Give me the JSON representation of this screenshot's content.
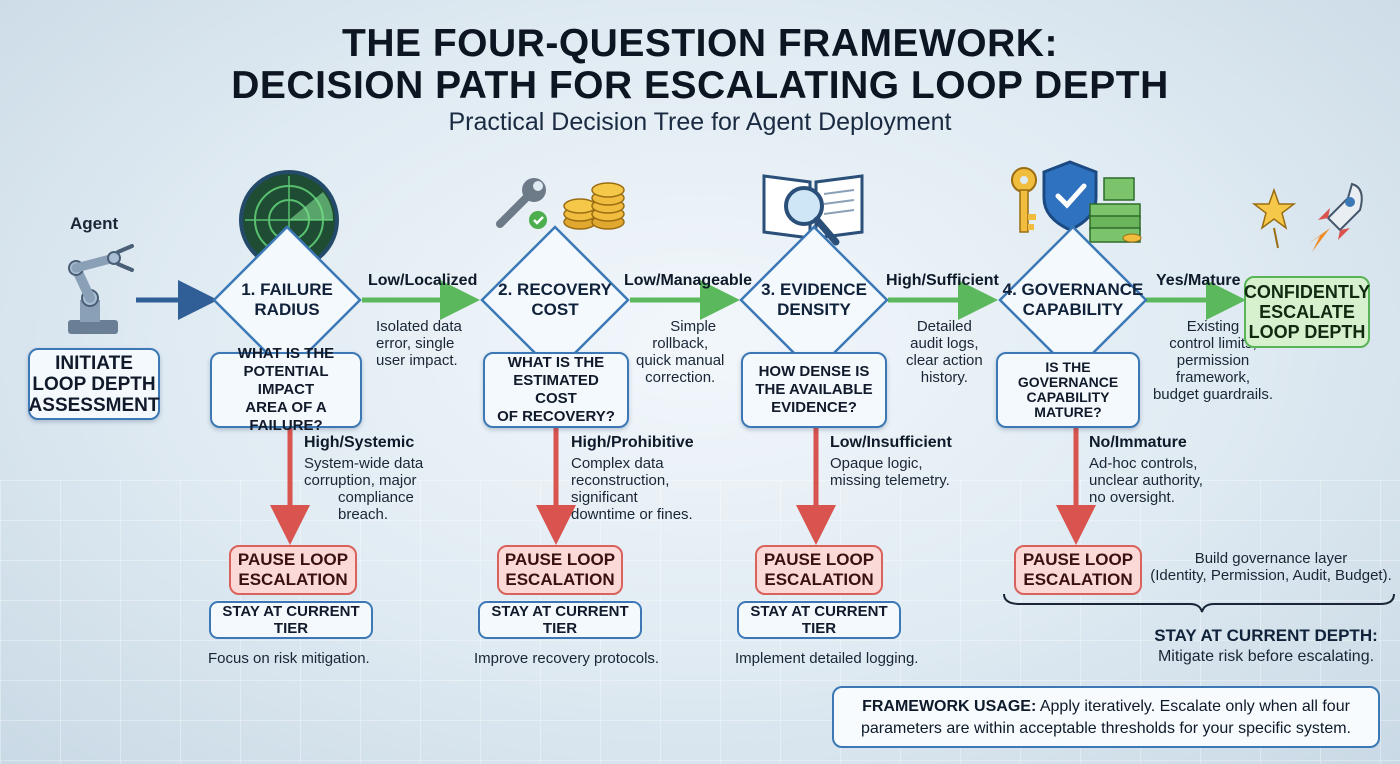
{
  "title": {
    "line1": "THE FOUR-QUESTION FRAMEWORK:",
    "line2": "DECISION PATH FOR ESCALATING LOOP DEPTH",
    "subtitle": "Practical Decision Tree for Agent Deployment"
  },
  "start": {
    "agent_label": "Agent",
    "box_line1": "INITIATE",
    "box_line2": "LOOP DEPTH",
    "box_line3": "ASSESSMENT"
  },
  "steps": [
    {
      "diamond_line1": "1. FAILURE",
      "diamond_line2": "RADIUS",
      "question": [
        "WHAT IS THE",
        "POTENTIAL IMPACT",
        "AREA OF A FAILURE?"
      ],
      "yes_label": "Low/Localized",
      "yes_desc": [
        "Isolated data",
        "error, single",
        "user impact."
      ],
      "no_label": "High/Systemic",
      "no_desc": [
        "System-wide data",
        "corruption, major",
        "compliance",
        "breach."
      ],
      "pause_line1": "PAUSE LOOP",
      "pause_line2": "ESCALATION",
      "stay": "STAY AT CURRENT TIER",
      "note": "Focus on risk mitigation."
    },
    {
      "diamond_line1": "2. RECOVERY",
      "diamond_line2": "COST",
      "question": [
        "WHAT IS THE",
        "ESTIMATED COST",
        "OF RECOVERY?"
      ],
      "yes_label": "Low/Manageable",
      "yes_desc": [
        "Simple",
        "rollback,",
        "quick manual",
        "correction."
      ],
      "no_label": "High/Prohibitive",
      "no_desc": [
        "Complex data",
        "reconstruction,",
        "significant",
        "downtime or fines."
      ],
      "pause_line1": "PAUSE LOOP",
      "pause_line2": "ESCALATION",
      "stay": "STAY AT CURRENT TIER",
      "note": "Improve recovery protocols."
    },
    {
      "diamond_line1": "3. EVIDENCE",
      "diamond_line2": "DENSITY",
      "question": [
        "HOW DENSE IS",
        "THE AVAILABLE",
        "EVIDENCE?"
      ],
      "yes_label": "High/Sufficient",
      "yes_desc": [
        "Detailed",
        "audit logs,",
        "clear action",
        "history."
      ],
      "no_label": "Low/Insufficient",
      "no_desc": [
        "Opaque logic,",
        "missing telemetry."
      ],
      "pause_line1": "PAUSE LOOP",
      "pause_line2": "ESCALATION",
      "stay": "STAY AT CURRENT TIER",
      "note": "Implement detailed logging."
    },
    {
      "diamond_line1": "4. GOVERNANCE",
      "diamond_line2": "CAPABILITY",
      "question": [
        "IS THE",
        "GOVERNANCE",
        "CAPABILITY",
        "MATURE?"
      ],
      "yes_label": "Yes/Mature",
      "yes_desc": [
        "Existing",
        "control limits,",
        "permission",
        "framework,",
        "budget guardrails."
      ],
      "no_label": "No/Immature",
      "no_desc": [
        "Ad-hoc controls,",
        "unclear authority,",
        "no oversight."
      ],
      "pause_line1": "PAUSE LOOP",
      "pause_line2": "ESCALATION",
      "build_line1": "Build governance layer",
      "build_line2": "(Identity, Permission, Audit, Budget).",
      "stay_depth_title": "STAY AT CURRENT DEPTH:",
      "stay_depth_desc": "Mitigate risk before escalating."
    }
  ],
  "confident": {
    "line1": "CONFIDENTLY",
    "line2": "ESCALATE",
    "line3": "LOOP DEPTH"
  },
  "usage": {
    "bold": "FRAMEWORK USAGE:",
    "text1": " Apply iteratively. Escalate only when all four",
    "text2": "parameters are within acceptable thresholds for your specific system."
  },
  "colors": {
    "green_arrow": "#5cb85c",
    "red_arrow": "#d9534f",
    "blue_arrow": "#2f5f96",
    "box_border": "#3b78b5"
  },
  "icons": [
    "robot-arm-icon",
    "radar-icon",
    "wrench-icon",
    "coins-icon",
    "book-magnifier-icon",
    "key-icon",
    "shield-check-icon",
    "money-icon",
    "star-icon",
    "rocket-icon"
  ]
}
